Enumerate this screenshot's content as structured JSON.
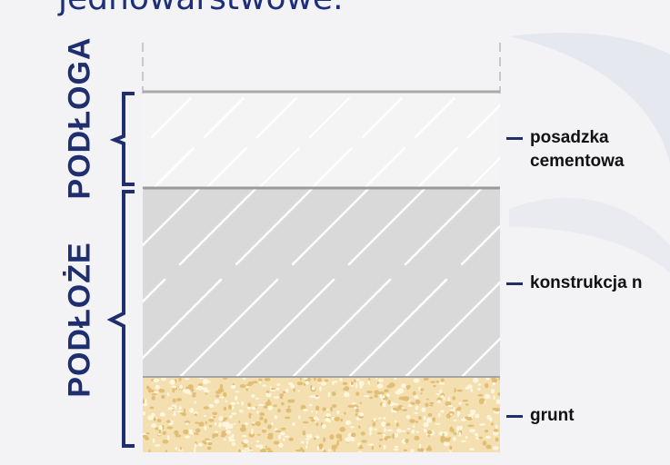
{
  "title": "jednowarstwowe.",
  "groups": {
    "floor": "PODŁOGA",
    "base": "PODŁOŻE"
  },
  "layers": {
    "screed": {
      "line1": "posadzka",
      "line2": "cementowa"
    },
    "structure": {
      "label": "konstrukcja n"
    },
    "soil": {
      "label": "grunt"
    }
  },
  "colors": {
    "brace": "#1f2e6e",
    "screed_fill": "#f4f4f4",
    "structure_fill": "#d9d9d9",
    "soil_fill": "#f3dfb0",
    "soil_grain": "#e6c27d"
  }
}
